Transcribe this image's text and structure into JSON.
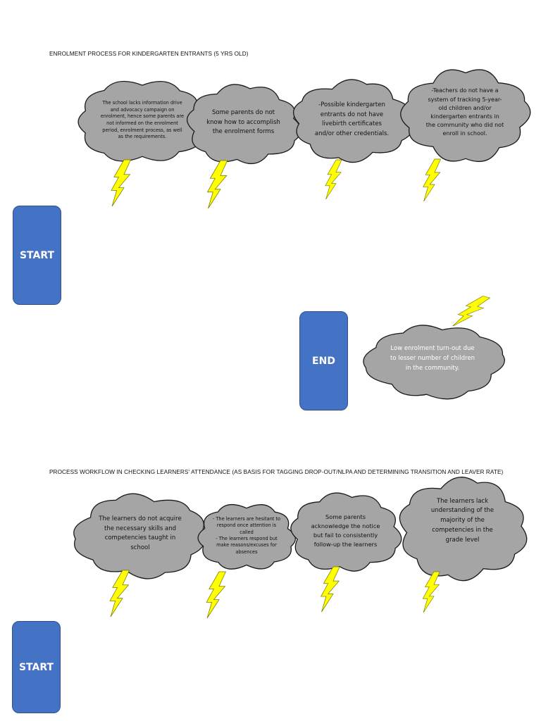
{
  "section1": {
    "title": "ENROLMENT PROCESS FOR KINDERGARTEN ENTRANTS (5 YRS OLD)",
    "clouds": [
      "The school lacks information drive and advocacy campaign on enrolment, hence some parents are not informed on the enrolment period, enrolment process, as well as the requirements.",
      "Some parents do not know how to accomplish the enrolment forms",
      "-Possible kindergarten entrants do not have livebirth certificates and/or other credentials.",
      "-Teachers do not have a system of tracking 5-year-old children and/or kindergarten entrants in the community who did not enroll in school."
    ],
    "start_label": "START",
    "end_label": "END",
    "end_cloud": "Low enrolment turn-out due to lesser number of children in the community."
  },
  "section2": {
    "title": "PROCESS WORKFLOW IN CHECKING LEARNERS' ATTENDANCE (AS BASIS FOR TAGGING DROP-OUT/NLPA AND DETERMINING TRANSITION AND LEAVER RATE)",
    "clouds": [
      "The learners do not acquire the necessary skills and competencies taught in school",
      "- The learners are hesitant to respond once attention is called\n- The learners respond but make reasons/excuses for absences",
      "Some parents acknowledge the notice but fail to consistently follow-up the learners",
      "The learners lack understanding of the majority of the competencies in the grade level"
    ],
    "start_label": "START"
  },
  "colors": {
    "cloud_fill": "#a6a5a5",
    "cloud_stroke": "#1a1a1a",
    "bolt_fill": "#ffff00",
    "bolt_stroke": "#7a7a00",
    "terminal_fill": "#4472c4",
    "terminal_stroke": "#2f528f"
  }
}
